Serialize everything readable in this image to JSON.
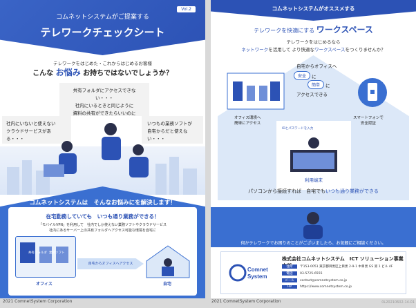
{
  "left": {
    "vol": "Vol.2",
    "header_line1": "コムネットシステムがご提案する",
    "header_line2": "テレワークチェックシート",
    "sub1": "テレワークをはじめた・これからはじめるお客様",
    "sub2_a": "こんな",
    "sub2_hl": "お悩み",
    "sub2_b": "お持ちではないでしょうか？",
    "bubble_center": [
      "共有フォルダにアクセスできない・・・",
      "社内にいるときと同じように",
      "資料の共有ができたらいいのに"
    ],
    "bubble_left": [
      "社内にいないと使えない",
      "クラウドサービスがある・・・"
    ],
    "bubble_right": [
      "いつもの業務ソフトが",
      "自宅からだと使えない・・・"
    ],
    "solve": "コムネットシステムは　そんなお悩みにを解決します！",
    "card_title": "在宅勤務していても　いつも通り業務ができる！",
    "card_body": [
      "「モバイルVPN」を利用して　社内でしか使えない業務ソフトやクラウドサービス",
      "社内にあるサーバー上の共有フォルダへアクセス可能な環境を自宅に"
    ],
    "folder_label": "共有フォルダ",
    "soft_label": "業務ソフト",
    "office_label": "オフィス",
    "arrow_label": "自宅からオフィスへアクセス",
    "home_label": "自宅"
  },
  "right": {
    "top_title": "コムネットシステムがオススメする",
    "h2_a": "テレワークを快適にする",
    "h2_b": "ワークスペース",
    "sub1": "テレワークをはじめるなら",
    "sub2_a": "ネットワーク",
    "sub2_b": "を活用して",
    "sub2_c": "より快適な",
    "sub2_d": "ワークスペース",
    "sub2_e": "をつくりませんか？",
    "from_home": "自宅からオフィスへ",
    "safe": "安全",
    "ni1": "に",
    "easy": "簡単",
    "ni2": "に",
    "access": "アクセスできる",
    "office_env": [
      "オフィス環境へ",
      "簡単にアクセス"
    ],
    "smartphone": [
      "スマートフォンで",
      "安全認証"
    ],
    "id_label": "IDとパスワードを入力",
    "terminal": "利用端末",
    "bar_a": "パソコンから接続すれば　自宅でも",
    "bar_b": "いつも通り業務ができる",
    "band_text": "何かテレワークでお困りのことがございましたら、お気軽にご相談ください。",
    "company_name": "株式会社コムネットシステム　ICT ソリューション事業本部",
    "info": [
      {
        "k": "住所",
        "v": "〒153-0051 東京都目黒区上目黒 2-9-1 中目黒 GS 第 1 ビル 4F"
      },
      {
        "k": "電話",
        "v": "03-5725-6555"
      },
      {
        "k": "メール",
        "v": "contact@comnetsystem.co.jp"
      },
      {
        "k": "HP",
        "v": "https://www.comnetsystem.co.jp"
      }
    ],
    "logo_text": [
      "Comnet",
      "System"
    ]
  },
  "footer_left": "2021 ComnetSystem Corporation",
  "footer_right": "2021 ComnetSystem Corporation",
  "doc_id": "0L20210602-14-01"
}
